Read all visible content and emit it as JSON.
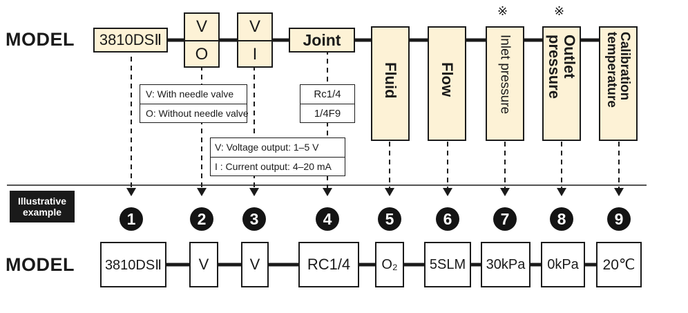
{
  "top": {
    "model_label": "MODEL",
    "model_code": "3810DSⅡ",
    "valve_options": [
      "V",
      "O"
    ],
    "output_options": [
      "V",
      "I"
    ],
    "joint": "Joint",
    "fluid": "Fluid",
    "flow": "Flow",
    "inlet_pressure": "Inlet pressure",
    "outlet_pressure": "Outlet pressure",
    "calibration_temperature": "Calibration temperature",
    "asterisk_mark": "※"
  },
  "notes": {
    "valve": [
      "V: With needle valve",
      "O: Without needle valve"
    ],
    "output": [
      "V: Voltage output: 1–5 V",
      "I : Current output: 4–20 mA"
    ],
    "joint": [
      "Rc1/4",
      "1/4F9"
    ]
  },
  "example": {
    "ribbon": [
      "Illustrative",
      "example"
    ],
    "numbers": [
      "1",
      "2",
      "3",
      "4",
      "5",
      "6",
      "7",
      "8",
      "9"
    ],
    "model_label": "MODEL",
    "values": [
      "3810DSⅡ",
      "V",
      "V",
      "RC1/4",
      "O₂",
      "5SLM",
      "30kPa",
      "0kPa",
      "20℃"
    ]
  }
}
